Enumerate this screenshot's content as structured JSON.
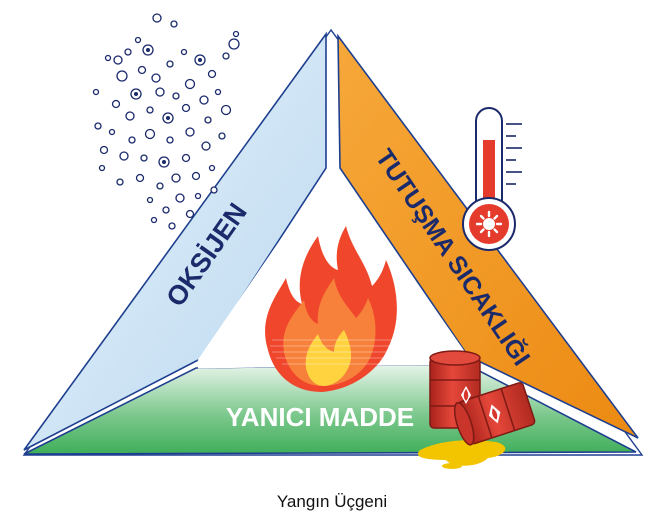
{
  "diagram": {
    "sides": {
      "oxygen": {
        "label": "OKSİJEN",
        "fill": "#cfe5f5",
        "stroke": "#1e3f8f",
        "text_color": "#1b2a6b"
      },
      "heat": {
        "label": "TUTUŞMA SICAKLIĞI",
        "fill": "#f39a1e",
        "stroke": "#1e3f8f",
        "text_color": "#1b2a6b"
      },
      "fuel": {
        "label": "YANICI MADDE",
        "fill": "#3fae5a",
        "stroke": "#1e3f8f",
        "text_color": "#ffffff"
      }
    },
    "icons": {
      "bubbles": "oxygen-bubbles-icon",
      "thermometer": "thermometer-icon",
      "flame": "fire-flame-icon",
      "barrels": "fuel-barrels-icon"
    },
    "colors": {
      "flame_outer": "#f0462c",
      "flame_mid": "#f7803a",
      "flame_inner": "#ffd23f",
      "barrel_red": "#d9362b",
      "spill_yellow": "#f2c500",
      "thermo_red": "#e53b2c"
    }
  },
  "caption": "Yangın Üçgeni"
}
